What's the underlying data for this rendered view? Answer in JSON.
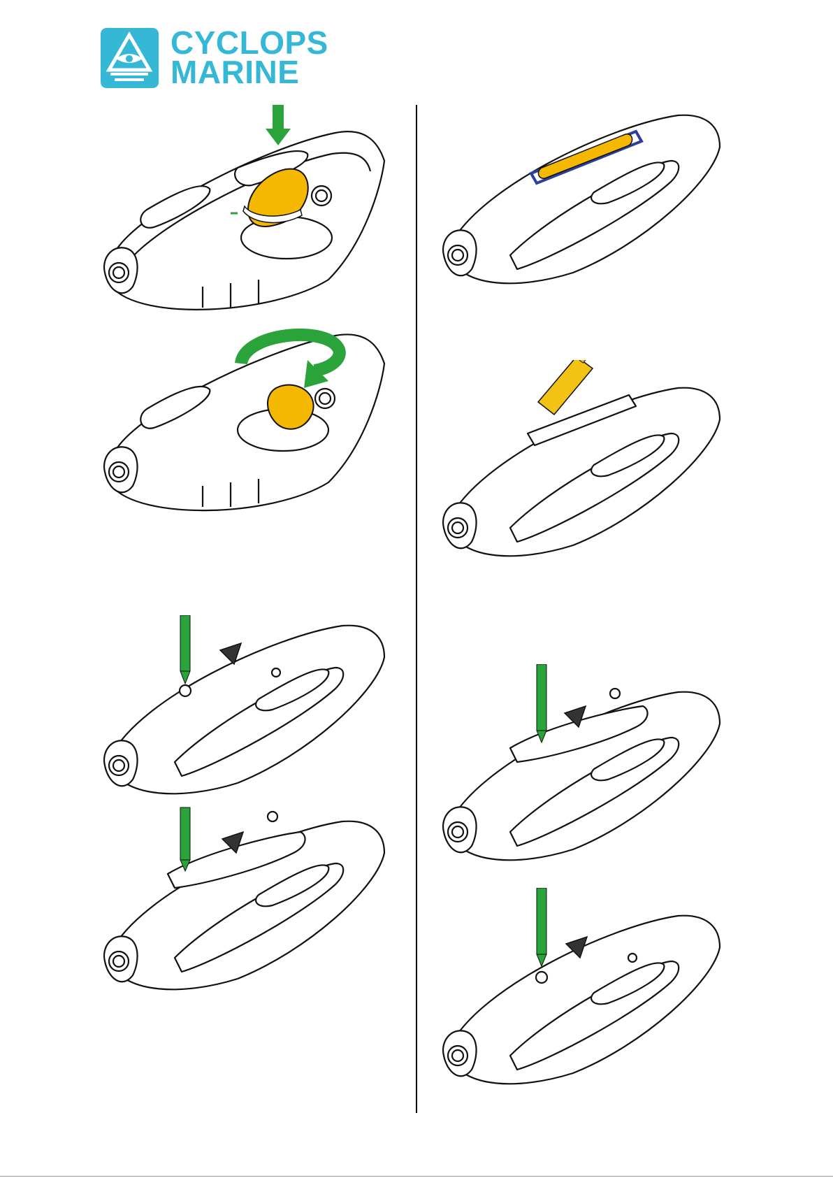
{
  "brand": {
    "name_line1": "CYCLOPS",
    "name_line2": "MARINE",
    "color": "#35b7d6"
  },
  "colors": {
    "arrow_green": "#2aa33a",
    "battery_gold": "#f5b800",
    "aa_yellow": "#f2c215",
    "seal_blue": "#2c3e9e",
    "line": "#111111"
  },
  "figures": [
    {
      "step": 1,
      "icon": "coin-insert-arrow-icon"
    },
    {
      "step": 2,
      "icon": "rotate-arrow-icon"
    },
    {
      "step": 3,
      "icon": "screwdriver-icon"
    },
    {
      "step": 4,
      "icon": "screwdriver-icon"
    },
    {
      "step": 5,
      "icon": "open-battery-tray-icon"
    },
    {
      "step": 6,
      "icon": "aa-battery-icon"
    },
    {
      "step": 7,
      "icon": "screwdriver-icon"
    },
    {
      "step": 8,
      "icon": "screwdriver-icon"
    }
  ]
}
